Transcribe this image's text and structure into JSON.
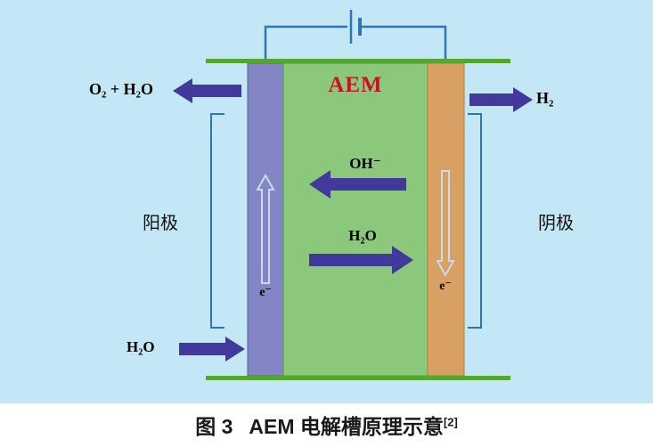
{
  "caption": {
    "prefix": "图 3",
    "title": "AEM 电解槽原理示意",
    "ref": "[2]"
  },
  "diagram": {
    "membrane_label": "AEM",
    "left_electrode_label": "阳极",
    "right_electrode_label": "阴极",
    "anode_output": "O₂ + H₂O",
    "cathode_output": "H₂",
    "hydroxide_ion": "OH⁻",
    "water_mid": "H₂O",
    "water_feed": "H₂O",
    "electron_left": "e⁻",
    "electron_right": "e⁻"
  },
  "colors": {
    "background": "#c4e7f6",
    "membrane_green": "#8cc87c",
    "anode_purple": "#8286c5",
    "cathode_tan": "#d8a163",
    "plate_green": "#55a62e",
    "arrow_purple": "#41399b",
    "circuit_blue": "#2e75b6",
    "electron_outline": "#ccdaf0",
    "aem_text_red": "#cc1122"
  }
}
